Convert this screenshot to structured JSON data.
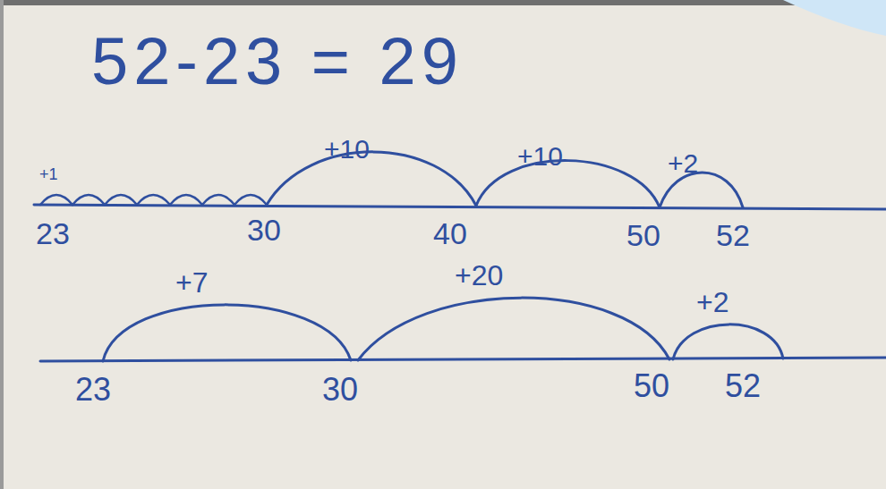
{
  "diagram": {
    "title": "52-23 = 29",
    "labels": [
      "+1",
      "+10",
      "+10",
      "+2",
      "23",
      "30",
      "40",
      "50",
      "52",
      "+7",
      "+20",
      "+2",
      "23",
      "30",
      "50",
      "52"
    ]
  }
}
